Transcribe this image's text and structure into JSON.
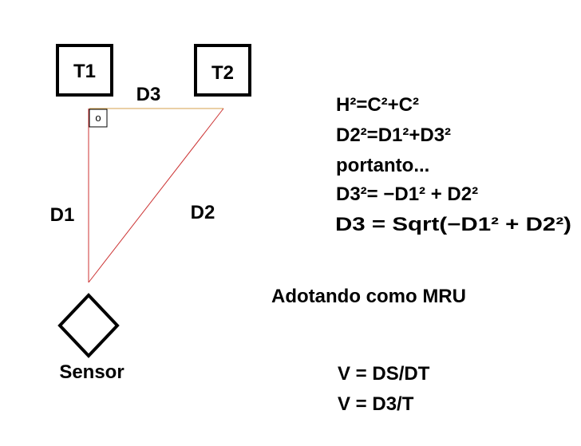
{
  "diagram": {
    "boxes": {
      "t1": "T1",
      "t2": "T2"
    },
    "right_angle_mark": "o",
    "sides": {
      "d1": "D1",
      "d2": "D2",
      "d3": "D3"
    },
    "sensor_label": "Sensor",
    "colors": {
      "d3_line": "#d4a24c",
      "d1_line": "#cc3333",
      "d2_line": "#cc3333",
      "text": "#000000"
    }
  },
  "equations": [
    "H²=C²+C²",
    "D2²=D1²+D3²",
    "portanto...",
    "D3²= −D1² + D2²",
    "D3 = Sqrt(−D1² + D2²)"
  ],
  "assumption": "Adotando como MRU",
  "velocity": [
    "V = DS/DT",
    "V = D3/T"
  ]
}
